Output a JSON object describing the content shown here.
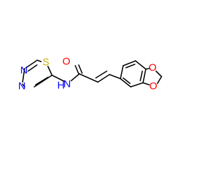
{
  "molecule": {
    "atom_labels": {
      "nitrogen_upper": "N",
      "nitrogen_lower": "N",
      "sulfur": "S",
      "amide_nitrogen": "N",
      "amide_hydrogen": "H",
      "carbonyl_oxygen": "O",
      "dioxole_oxygen_upper": "O",
      "dioxole_oxygen_lower": "O"
    },
    "colors": {
      "nitrogen": "#0000ff",
      "sulfur": "#c8b400",
      "oxygen": "#ff0000",
      "bond": "#000000"
    }
  }
}
